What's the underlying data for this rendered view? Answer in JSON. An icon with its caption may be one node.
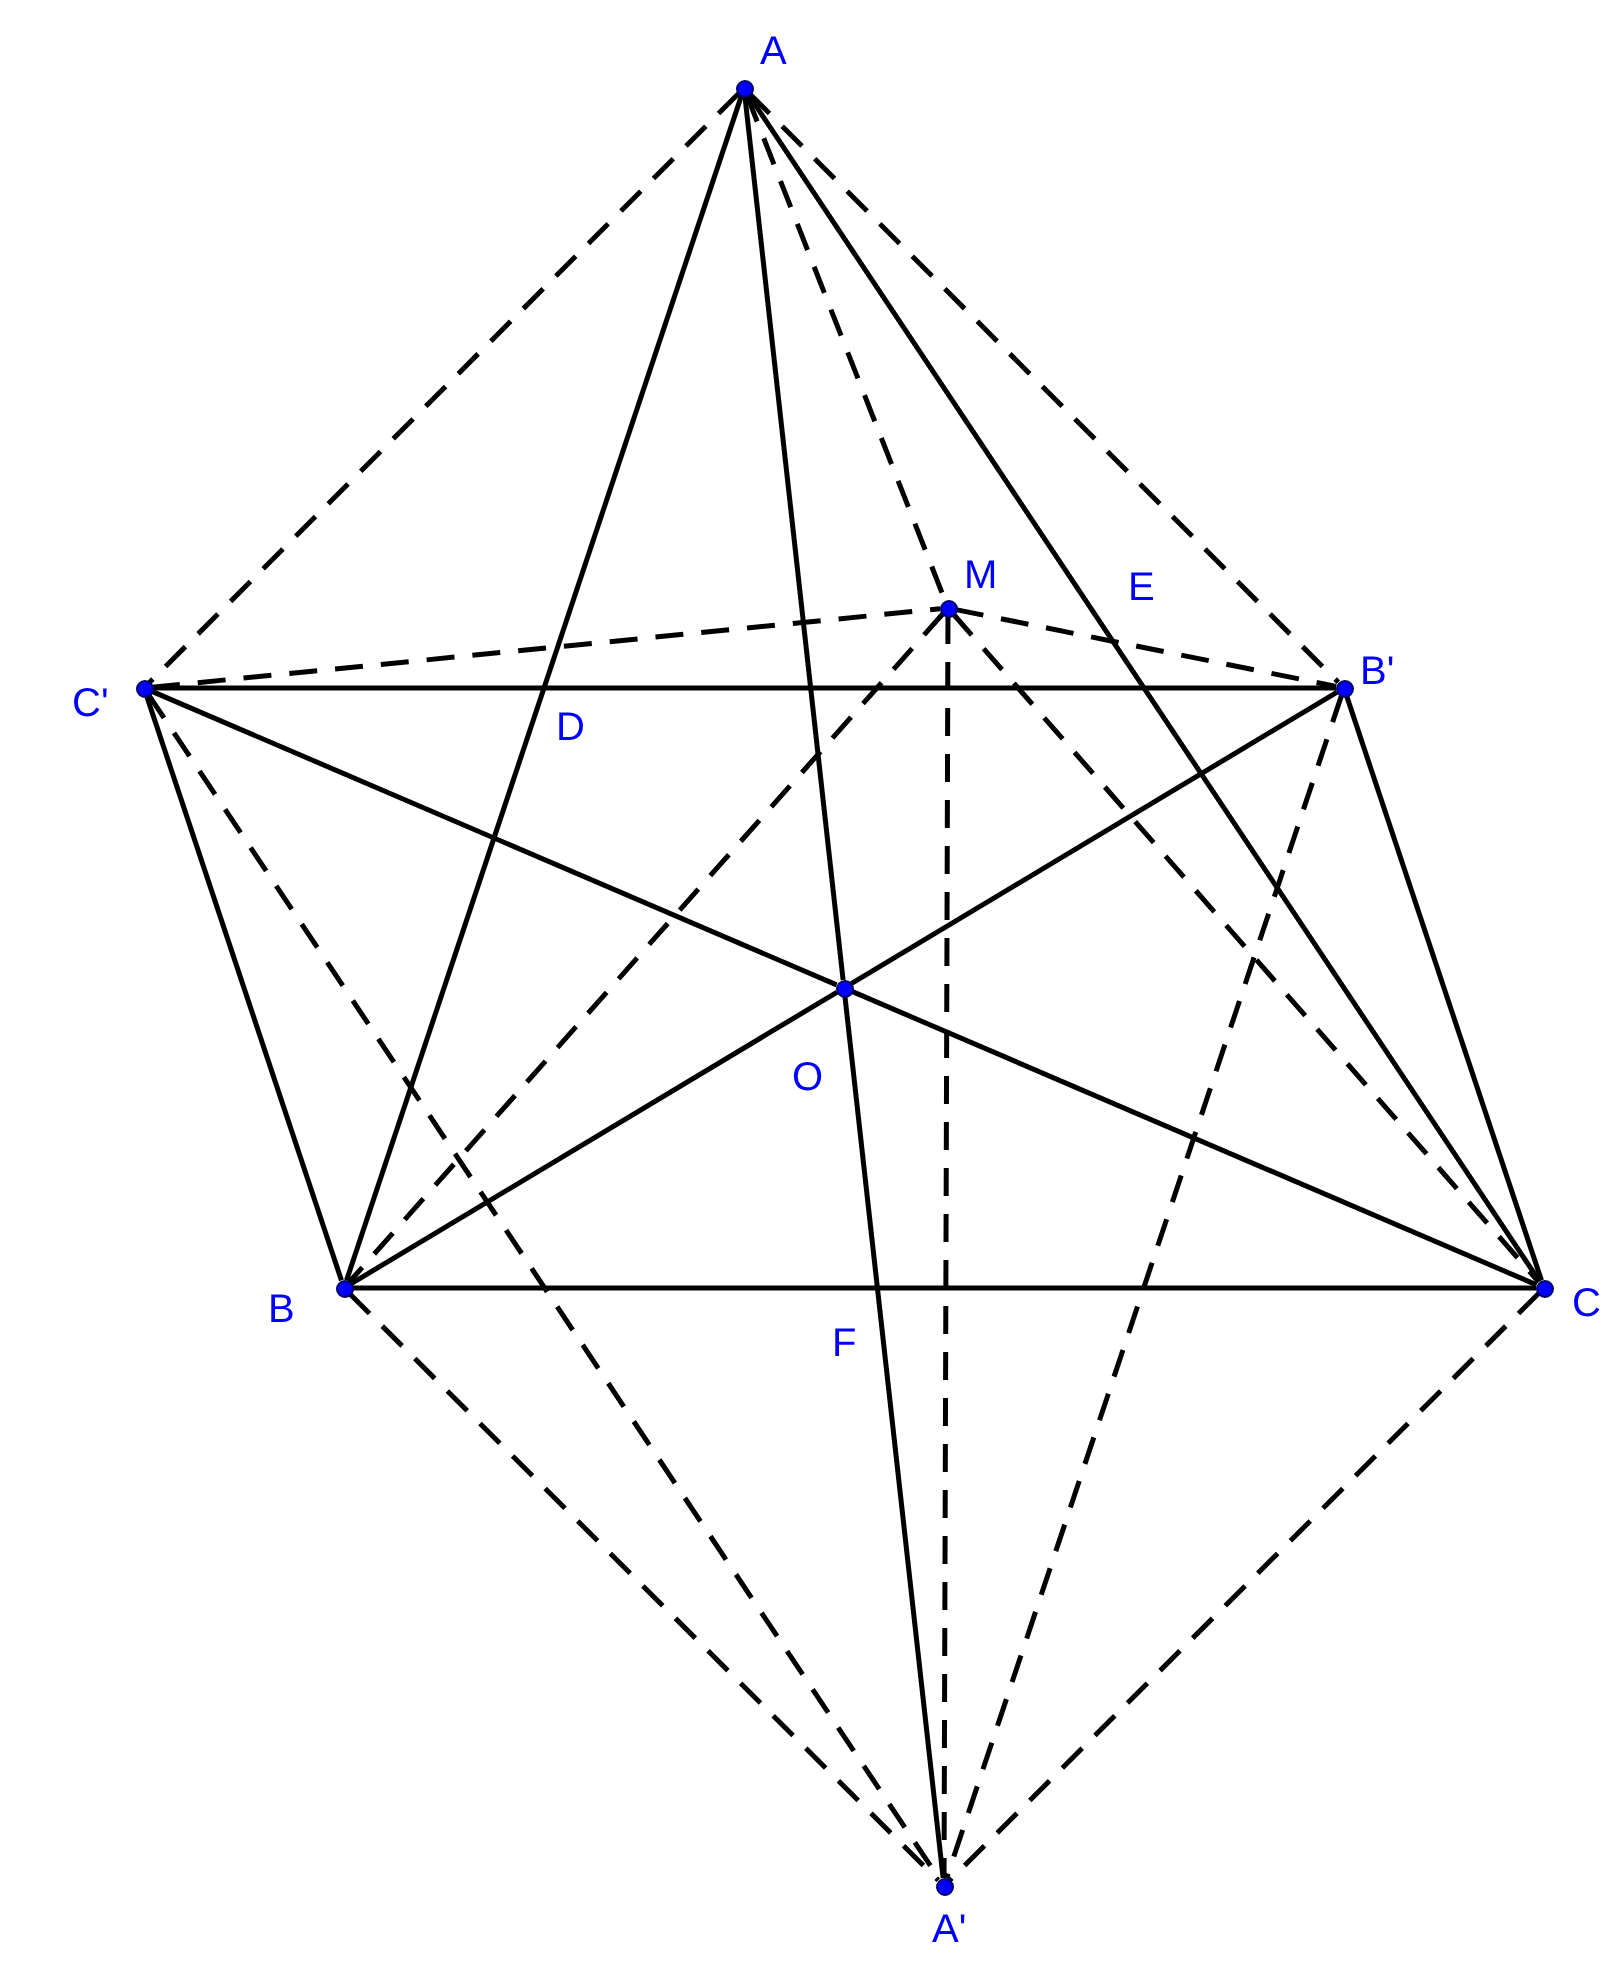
{
  "diagram": {
    "nodes": [
      {
        "text": [],
        "shape": "circle",
        "beside": [
          "A"
        ]
      },
      {
        "text": [],
        "shape": "circle",
        "beside": [
          "M"
        ]
      },
      {
        "text": [],
        "shape": "circle",
        "beside": [
          "C'"
        ]
      },
      {
        "text": [],
        "shape": "circle",
        "beside": [
          "B'"
        ]
      },
      {
        "text": [],
        "shape": "circle",
        "beside": [
          "O"
        ]
      },
      {
        "text": [],
        "shape": "circle",
        "beside": [
          "B"
        ]
      },
      {
        "text": [],
        "shape": "circle",
        "beside": [
          "C"
        ]
      },
      {
        "text": [],
        "shape": "circle",
        "beside": [
          "A'"
        ]
      }
    ],
    "edges": [
      {
        "from": 0,
        "to": 5,
        "arrow": "none"
      },
      {
        "from": 0,
        "to": 6,
        "arrow": "none"
      },
      {
        "from": 0,
        "to": 4,
        "arrow": "none"
      },
      {
        "from": 4,
        "to": 7,
        "arrow": "none"
      },
      {
        "from": 2,
        "to": 3,
        "arrow": "none"
      },
      {
        "from": 2,
        "to": 4,
        "arrow": "none"
      },
      {
        "from": 4,
        "to": 6,
        "arrow": "none"
      },
      {
        "from": 5,
        "to": 4,
        "arrow": "none"
      },
      {
        "from": 4,
        "to": 3,
        "arrow": "none"
      },
      {
        "from": 5,
        "to": 6,
        "arrow": "none"
      },
      {
        "from": 2,
        "to": 5,
        "arrow": "none"
      },
      {
        "from": 3,
        "to": 6,
        "arrow": "none"
      },
      {
        "from": 0,
        "to": 2,
        "arrow": "none",
        "style": "dashed"
      },
      {
        "from": 0,
        "to": 1,
        "arrow": "none",
        "style": "dashed"
      },
      {
        "from": 0,
        "to": 3,
        "arrow": "none",
        "style": "dashed"
      },
      {
        "from": 2,
        "to": 1,
        "arrow": "none",
        "style": "dashed"
      },
      {
        "from": 1,
        "to": 3,
        "arrow": "none",
        "style": "dashed"
      },
      {
        "from": 1,
        "to": 7,
        "arrow": "none",
        "style": "dashed"
      },
      {
        "from": 1,
        "to": 5,
        "arrow": "none",
        "style": "dashed"
      },
      {
        "from": 1,
        "to": 6,
        "arrow": "none",
        "style": "dashed"
      },
      {
        "from": 2,
        "to": 7,
        "arrow": "none",
        "style": "dashed"
      },
      {
        "from": 3,
        "to": 7,
        "arrow": "none",
        "style": "dashed"
      },
      {
        "from": 5,
        "to": 7,
        "arrow": "none",
        "style": "dashed"
      },
      {
        "from": 6,
        "to": 7,
        "arrow": "none",
        "style": "dashed"
      }
    ],
    "labels": [
      "E",
      "D",
      "F"
    ]
  }
}
